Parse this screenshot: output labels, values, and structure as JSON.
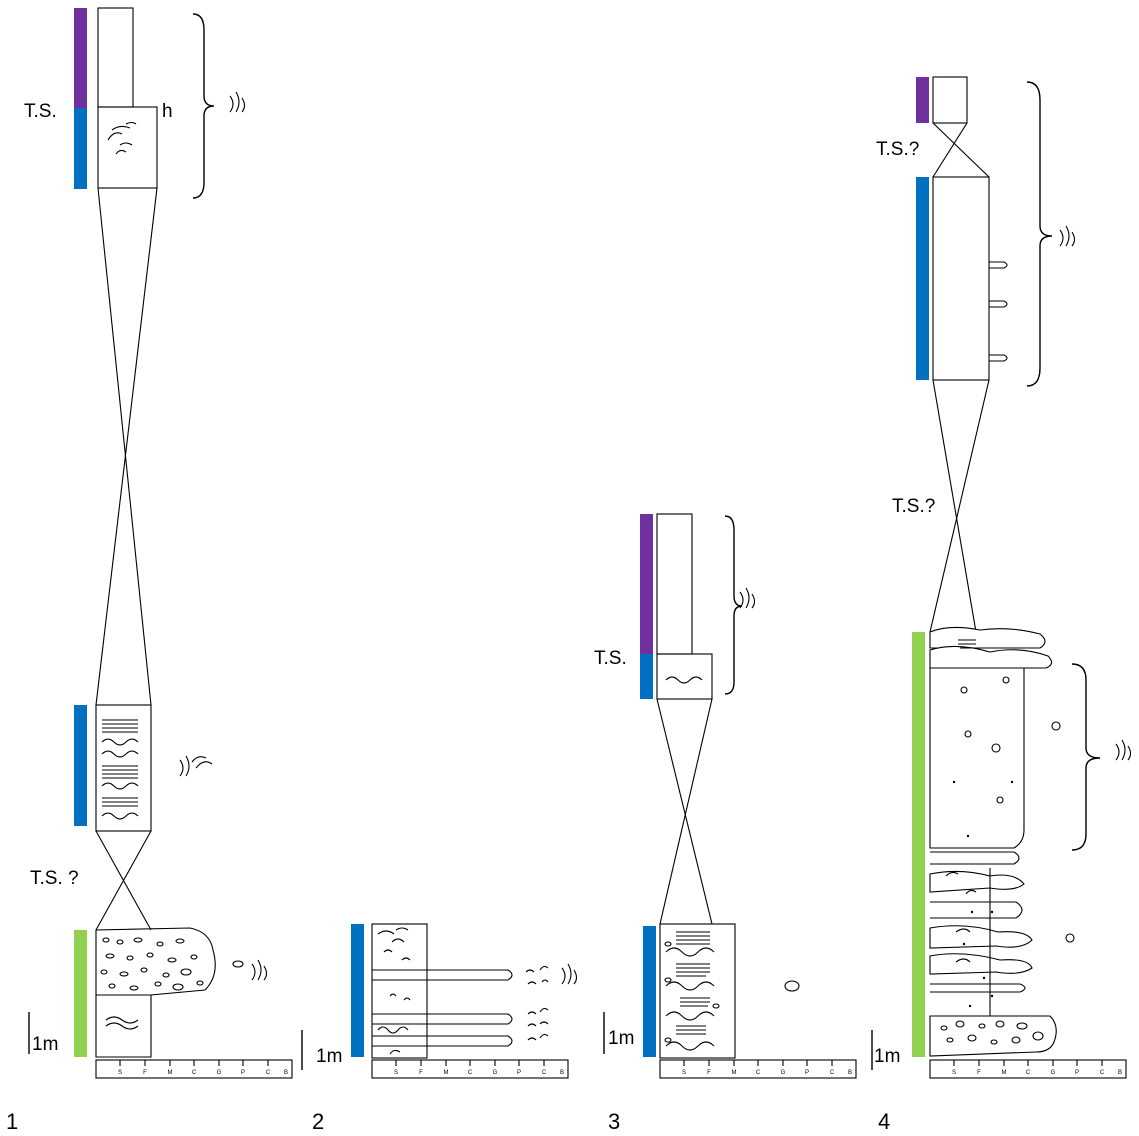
{
  "colors": {
    "green": "#92D050",
    "blue": "#0070C0",
    "purple": "#7030A0",
    "line": "#000000"
  },
  "grain_scale": [
    "S",
    "F",
    "M",
    "C",
    "G",
    "P",
    "C",
    "B"
  ],
  "panels": [
    {
      "number": "1",
      "scale": "1m",
      "labels": {
        "ts_top": "T.S.",
        "h": "h",
        "ts_mid": "T.S. ?"
      }
    },
    {
      "number": "2",
      "scale": "1m"
    },
    {
      "number": "3",
      "scale": "1m",
      "labels": {
        "ts": "T.S."
      }
    },
    {
      "number": "4",
      "scale": "1m",
      "labels": {
        "ts_top": "T.S.?",
        "ts_mid": "T.S.?"
      }
    }
  ]
}
